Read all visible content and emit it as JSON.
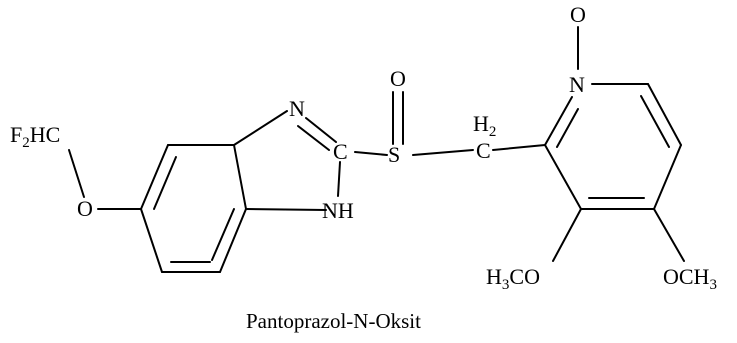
{
  "caption": "Pantoprazol-N-Oksit",
  "atoms": {
    "difluoromethyl": {
      "main": "F",
      "sub": "2",
      "tail": "HC"
    },
    "ether_oxygen": "O",
    "imine_n": "N",
    "carbon_c2": "C",
    "amine_nh": "NH",
    "sulfur": "S",
    "sulfoxide_o": "O",
    "methylene": {
      "main": "H",
      "sub": "2",
      "tail": "C"
    },
    "pyridine_n": "N",
    "n_oxide_o": "O",
    "methoxy_left": {
      "main": "H",
      "sub": "3",
      "tail": "CO"
    },
    "methoxy_right": {
      "main": "OCH",
      "sub": "3"
    }
  },
  "colors": {
    "ink": "#000000",
    "background": "#ffffff"
  }
}
